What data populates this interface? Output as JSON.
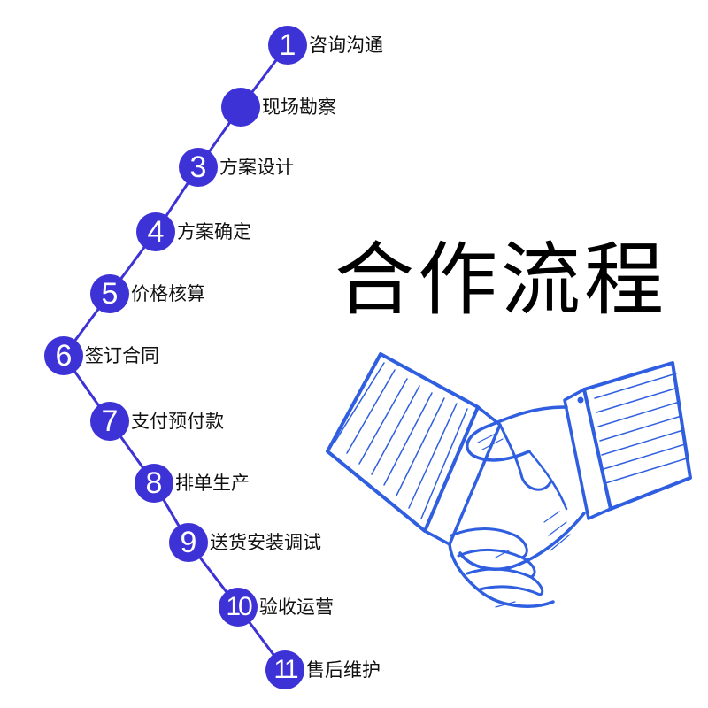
{
  "title": "合作流程",
  "accent_color": "#3d32d6",
  "illustration_icon": "handshake-icon",
  "steps": [
    {
      "number": "1",
      "label": "咨询沟通"
    },
    {
      "number": "",
      "label": "现场勘察"
    },
    {
      "number": "3",
      "label": "方案设计"
    },
    {
      "number": "4",
      "label": "方案确定"
    },
    {
      "number": "5",
      "label": "价格核算"
    },
    {
      "number": "6",
      "label": "签订合同"
    },
    {
      "number": "7",
      "label": "支付预付款"
    },
    {
      "number": "8",
      "label": "排单生产"
    },
    {
      "number": "9",
      "label": "送货安装调试"
    },
    {
      "number": "10",
      "label": "验收运营"
    },
    {
      "number": "11",
      "label": "售后维护"
    }
  ]
}
